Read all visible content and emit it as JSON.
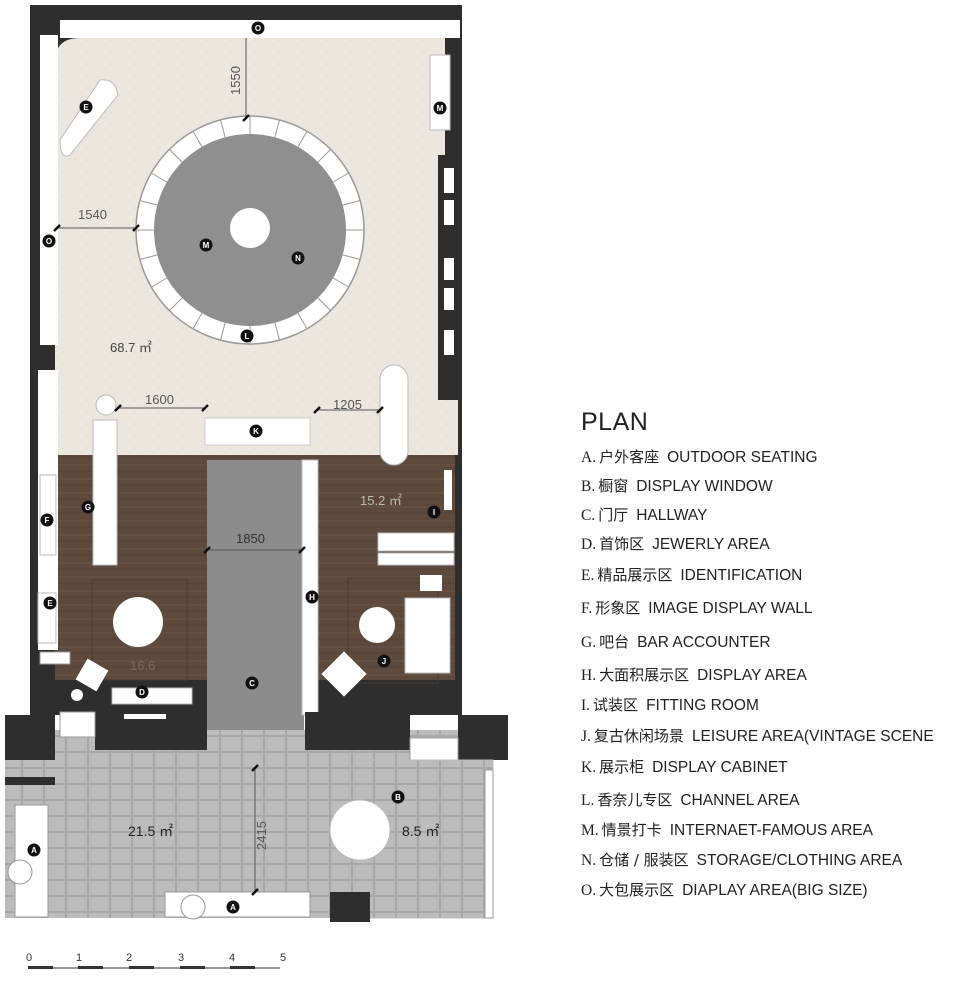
{
  "legend": {
    "title": "PLAN",
    "items": [
      {
        "letter": "A.",
        "cn": "户外客座",
        "en": "OUTDOOR SEATING"
      },
      {
        "letter": "B.",
        "cn": "橱窗",
        "en": "DISPLAY WINDOW"
      },
      {
        "letter": "C.",
        "cn": "门厅",
        "en": "HALLWAY"
      },
      {
        "letter": "D.",
        "cn": "首饰区",
        "en": "JEWERLY AREA"
      },
      {
        "letter": "E.",
        "cn": "精品展示区",
        "en": "IDENTIFICATION"
      },
      {
        "letter": "F.",
        "cn": "形象区",
        "en": "IMAGE DISPLAY WALL"
      },
      {
        "letter": "G.",
        "cn": "吧台",
        "en": "BAR ACCOUNTER"
      },
      {
        "letter": "H.",
        "cn": "大面积展示区",
        "en": "DISPLAY AREA"
      },
      {
        "letter": "I.",
        "cn": "试装区",
        "en": "FITTING ROOM"
      },
      {
        "letter": "J.",
        "cn": "复古休闲场景",
        "en": "LEISURE AREA(VINTAGE SCENE"
      },
      {
        "letter": "K.",
        "cn": "展示柜",
        "en": "DISPLAY CABINET"
      },
      {
        "letter": "L.",
        "cn": "香奈儿专区",
        "en": "CHANNEL AREA"
      },
      {
        "letter": "M.",
        "cn": "情景打卡",
        "en": "INTERNAET-FAMOUS AREA"
      },
      {
        "letter": "N.",
        "cn": "仓储 / 服装区",
        "en": "STORAGE/CLOTHING AREA"
      },
      {
        "letter": "O.",
        "cn": "大包展示区",
        "en": "DIAPLAY AREA(BIG SIZE)"
      }
    ]
  },
  "areas": {
    "main_hall": "68.7 ㎡",
    "fitting": "15.2 ㎡",
    "left_shop": "16.6",
    "outdoor": "21.5 ㎡",
    "window": "8.5 ㎡"
  },
  "dimensions": {
    "d1550": "1550",
    "d1540": "1540",
    "d1600": "1600",
    "d1205": "1205",
    "d1850": "1850",
    "d2415": "2415"
  },
  "markers": {
    "A": "A",
    "B": "B",
    "C": "C",
    "D": "D",
    "E": "E",
    "F": "F",
    "G": "G",
    "H": "H",
    "I": "I",
    "J": "J",
    "K": "K",
    "L": "L",
    "M": "M",
    "N": "N",
    "O": "O"
  },
  "scale_bar": [
    "0",
    "1",
    "2",
    "3",
    "4",
    "5"
  ],
  "colors": {
    "wall": "#2e2e2e",
    "stone_floor": "#ebe7df",
    "wood_floor": "#5e4a3c",
    "hallway": "#8c8c8c",
    "round_platform": "#8f8f8f",
    "paving": "#b9b9b9"
  }
}
